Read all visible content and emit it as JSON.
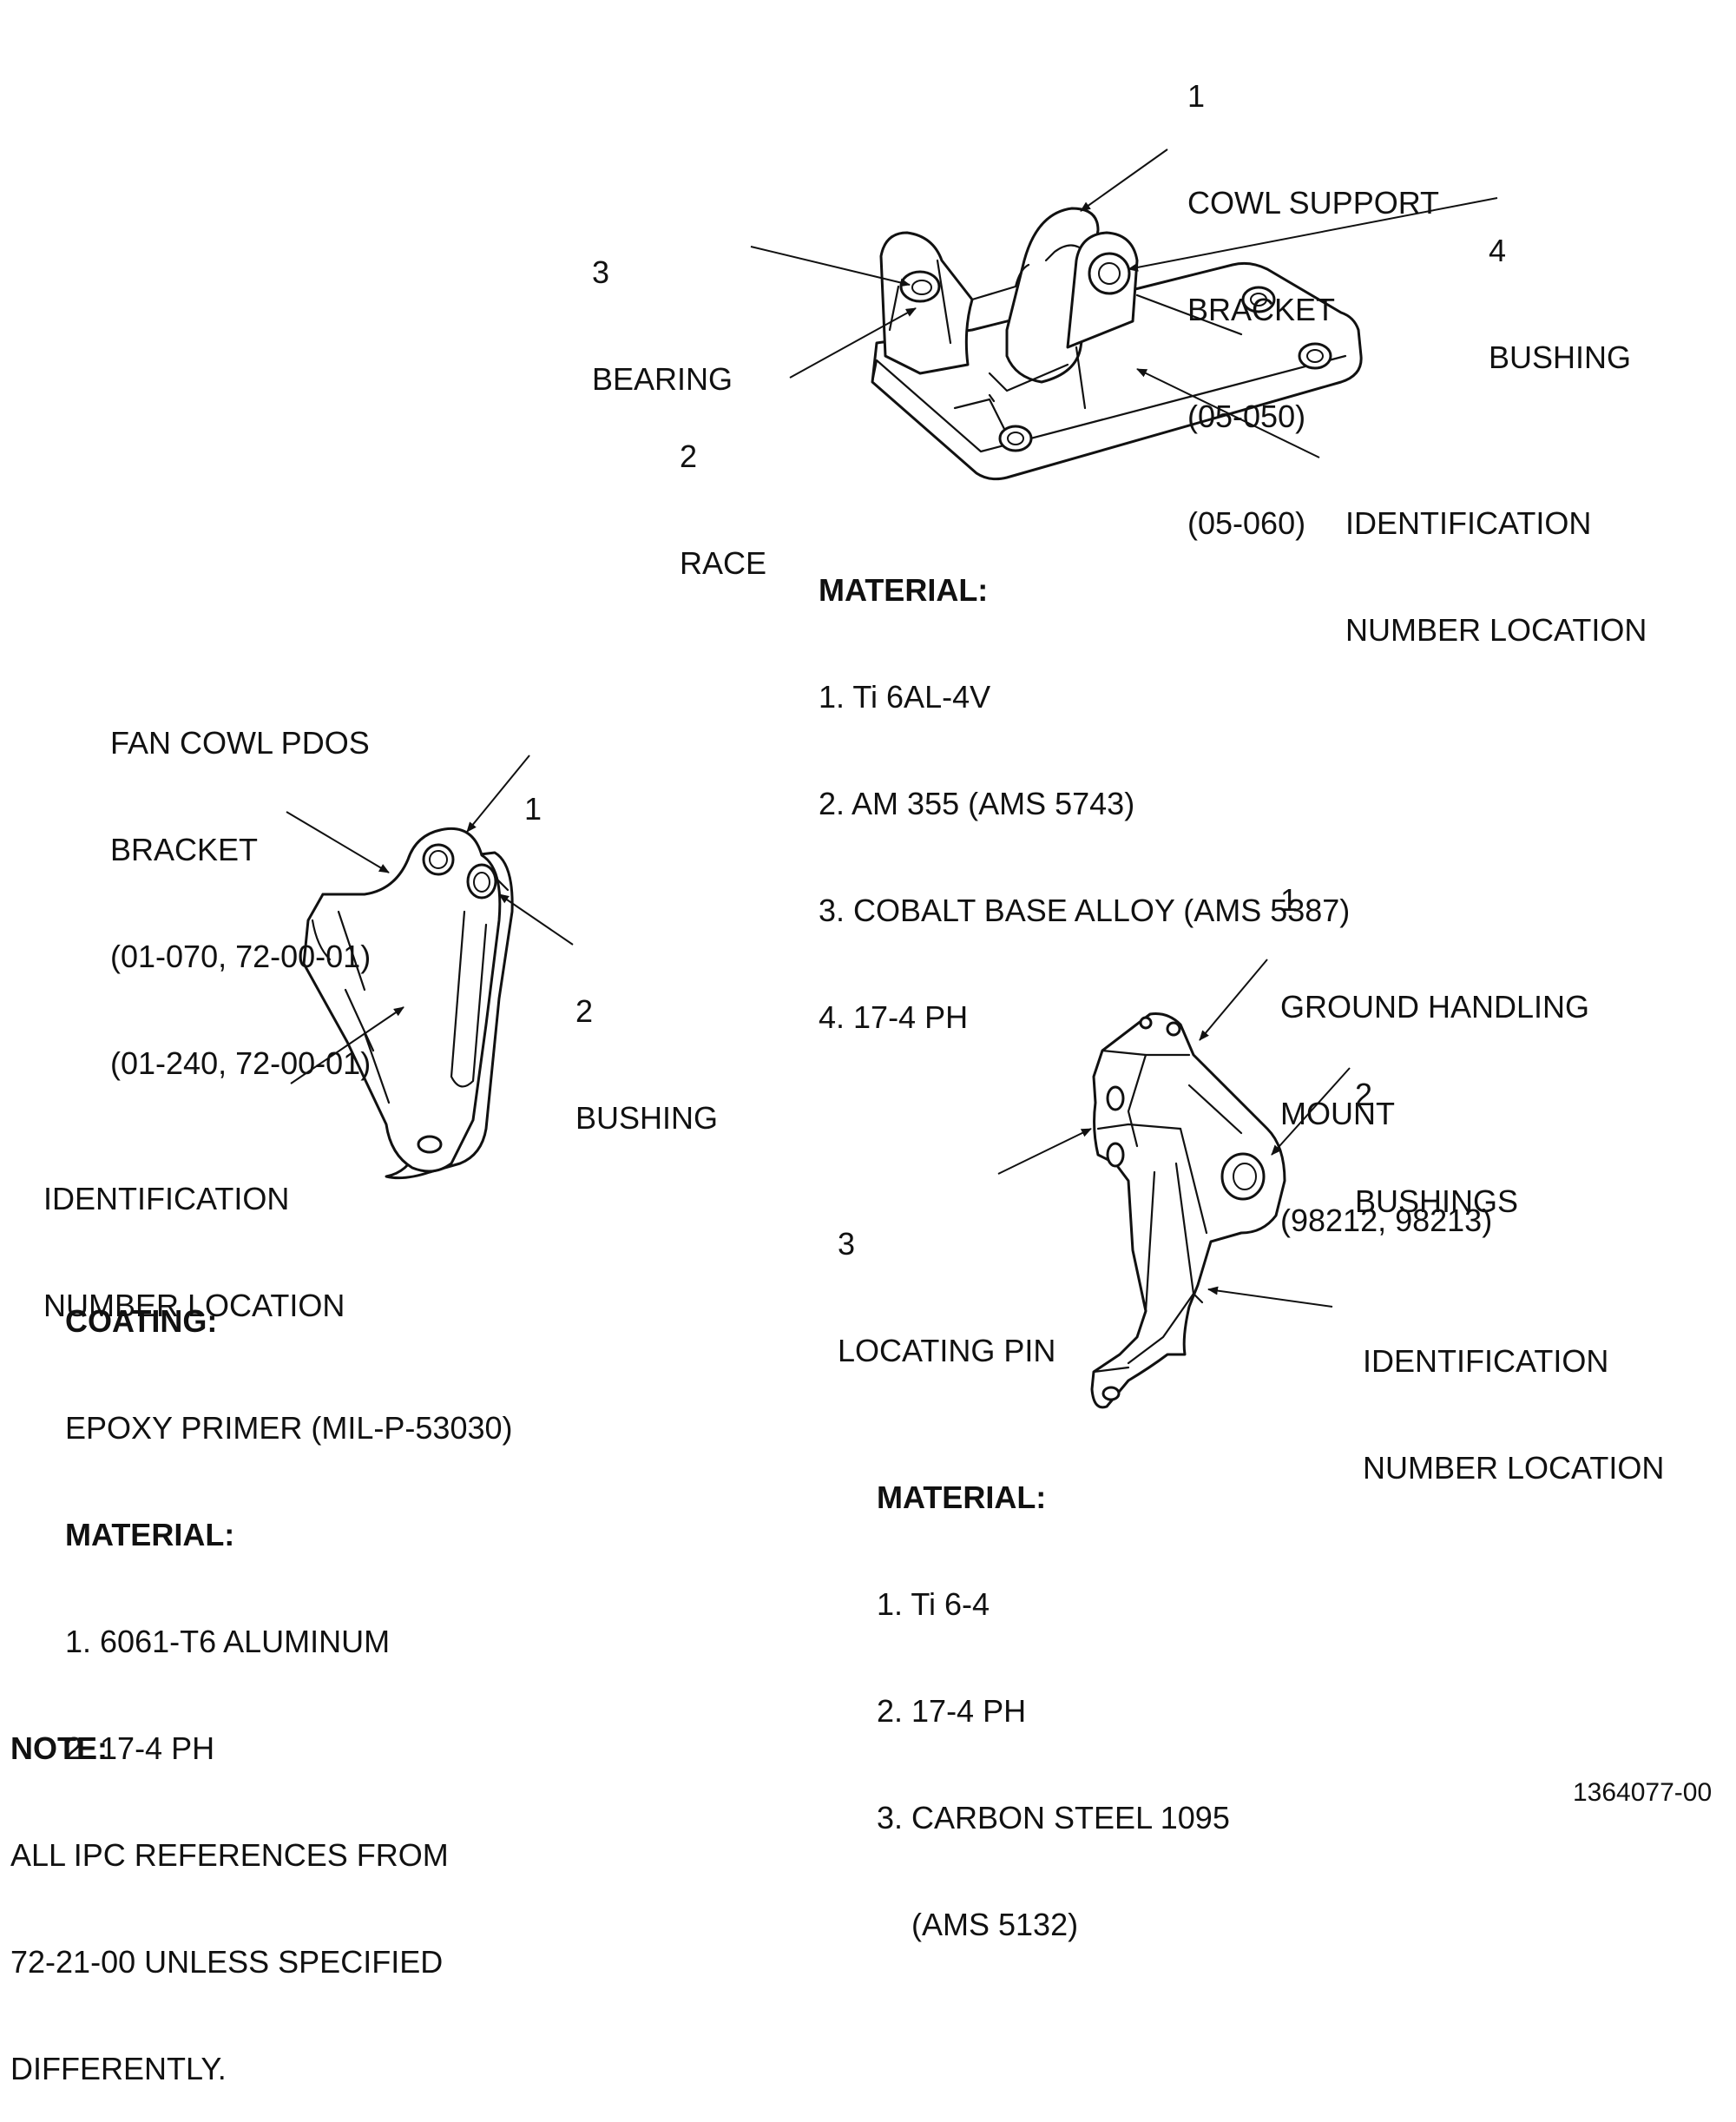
{
  "cowl_support": {
    "callout_1": [
      "1",
      "COWL SUPPORT",
      "BRACKET",
      "(05-050)",
      "(05-060)"
    ],
    "callout_3": [
      "3",
      "BEARING"
    ],
    "callout_4": [
      "4",
      "BUSHING"
    ],
    "callout_2": [
      "2",
      "RACE"
    ],
    "id_location": [
      "IDENTIFICATION",
      "NUMBER LOCATION"
    ],
    "material_heading": "MATERIAL:",
    "materials": [
      "1. Ti 6AL-4V",
      "2. AM 355 (AMS 5743)",
      "3. COBALT BASE ALLOY (AMS 5387)",
      "4. 17-4 PH"
    ]
  },
  "fan_cowl_pdos": {
    "title": [
      "FAN COWL PDOS",
      "BRACKET",
      "(01-070, 72-00-01)",
      "(01-240, 72-00-01)"
    ],
    "callout_1": "1",
    "callout_2": [
      "2",
      "BUSHING"
    ],
    "id_location": [
      "IDENTIFICATION",
      "NUMBER LOCATION"
    ],
    "coating_heading": "COATING:",
    "coating": "EPOXY PRIMER (MIL-P-53030)",
    "material_heading": "MATERIAL:",
    "materials": [
      "1. 6061-T6 ALUMINUM",
      "2. 17-4 PH"
    ]
  },
  "ground_handling": {
    "callout_1": [
      "1",
      "GROUND HANDLING",
      "MOUNT",
      "(98212, 98213)"
    ],
    "callout_2": [
      "2",
      "BUSHINGS"
    ],
    "callout_3": [
      "3",
      "LOCATING PIN"
    ],
    "id_location": [
      "IDENTIFICATION",
      "NUMBER LOCATION"
    ],
    "material_heading": "MATERIAL:",
    "materials": [
      "1. Ti 6-4",
      "2. 17-4 PH",
      "3. CARBON STEEL 1095",
      "    (AMS 5132)"
    ]
  },
  "note": {
    "heading": "NOTE:",
    "lines": [
      "ALL IPC REFERENCES FROM",
      "72-21-00 UNLESS SPECIFIED",
      "DIFFERENTLY."
    ]
  },
  "figure_number": "1364077-00"
}
